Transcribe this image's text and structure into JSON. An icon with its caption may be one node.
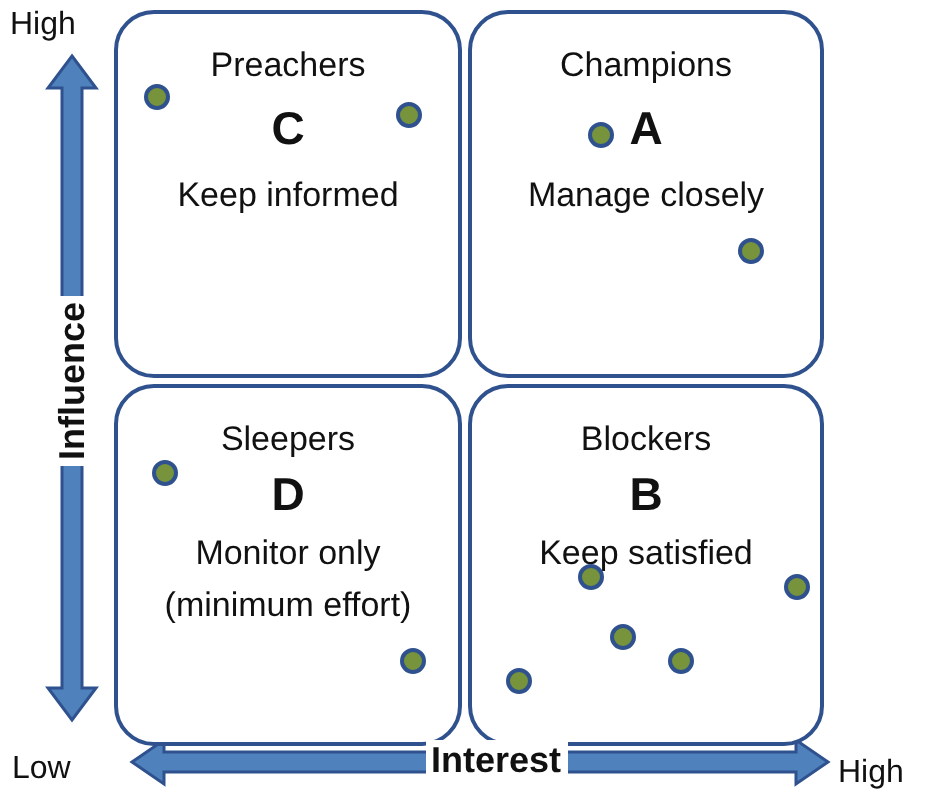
{
  "diagram": {
    "nodes": [
      {
        "text": [
          "Preachers",
          "C",
          "Keep informed"
        ]
      },
      {
        "text": [
          "Champions",
          "A",
          "Manage closely"
        ]
      },
      {
        "text": [
          "Sleepers",
          "D",
          "Monitor only (minimum effort)"
        ]
      },
      {
        "text": [
          "Blockers",
          "B",
          "Keep satisfied"
        ]
      }
    ],
    "labels": [
      "High",
      "Influence",
      "Low",
      "Interest",
      "High"
    ]
  }
}
